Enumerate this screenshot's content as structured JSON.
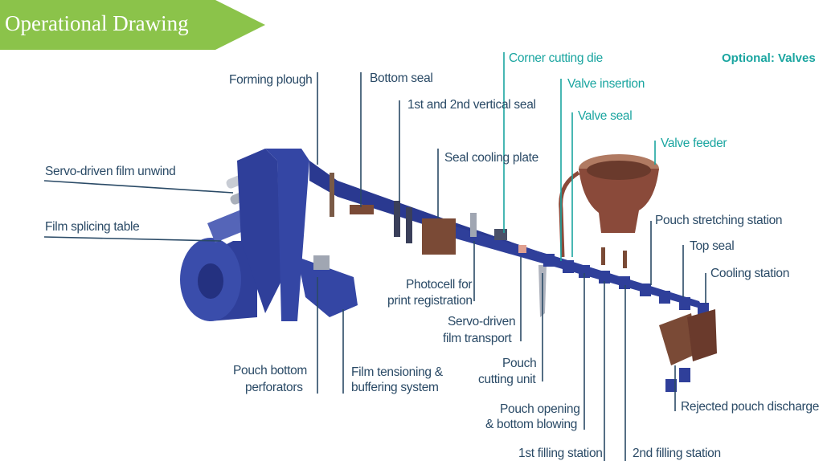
{
  "header": {
    "title": "Operational Drawing",
    "banner_color": "#8bc34a"
  },
  "optional_heading": "Optional: Valves",
  "colors": {
    "label": "#2a4a66",
    "optional_label": "#1aa5a0",
    "machine_blue": "#2f3f9a",
    "hopper_brown": "#8a4a3a"
  },
  "labels": {
    "forming_plough": "Forming plough",
    "bottom_seal": "Bottom seal",
    "vertical_seal": "1st and 2nd vertical seal",
    "seal_cooling_plate": "Seal cooling plate",
    "film_unwind": "Servo-driven film unwind",
    "film_splicing": "Film splicing table",
    "photocell_l1": "Photocell for",
    "photocell_l2": "print registration",
    "film_transport_l1": "Servo-driven",
    "film_transport_l2": "film transport",
    "cutting_unit_l1": "Pouch",
    "cutting_unit_l2": "cutting unit",
    "opening_l1": "Pouch opening",
    "opening_l2": "& bottom blowing",
    "filling1": "1st filling station",
    "filling2": "2nd filling station",
    "bottom_perf_l1": "Pouch bottom",
    "bottom_perf_l2": "perforators",
    "tensioning_l1": "Film tensioning &",
    "tensioning_l2": "buffering system",
    "stretching": "Pouch stretching station",
    "top_seal": "Top seal",
    "cooling": "Cooling station",
    "rejected": "Rejected pouch discharge"
  },
  "optional_labels": {
    "corner_die": "Corner cutting die",
    "valve_insertion": "Valve insertion",
    "valve_seal": "Valve seal",
    "valve_feeder": "Valve feeder"
  }
}
